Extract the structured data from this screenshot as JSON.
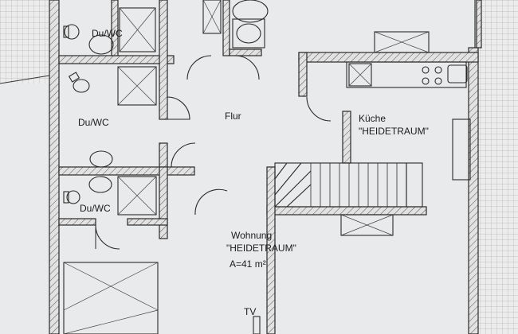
{
  "rooms": {
    "bath_top": "Du/WC",
    "bath_mid": "Du/WC",
    "bath_bottom": "Du/WC",
    "hall": "Flur",
    "kitchen_line1": "Küche",
    "kitchen_line2": "\"HEIDETRAUM\"",
    "apartment_line1": "Wohnung",
    "apartment_line2": "\"HEIDETRAUM\"",
    "apartment_area": "A=41 m²",
    "tv": "TV"
  }
}
